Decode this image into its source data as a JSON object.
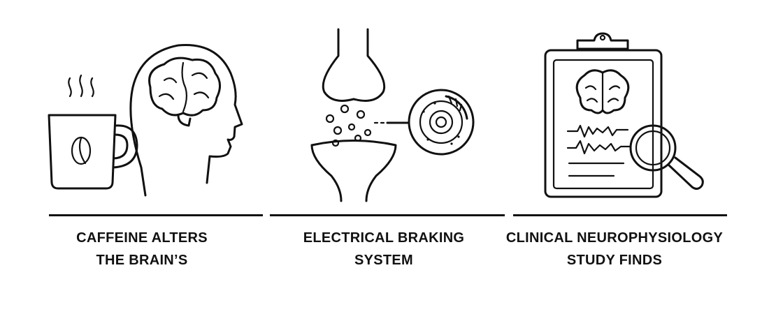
{
  "panels": [
    {
      "icons": [
        "coffee-mug-icon",
        "steam-icon",
        "head-profile-icon",
        "brain-icon"
      ],
      "caption": [
        "CAFFEINE ALTERS",
        "THE BRAIN’S"
      ]
    },
    {
      "icons": [
        "synapse-icon",
        "neurotransmitter-dots-icon",
        "receptor-target-icon"
      ],
      "caption": [
        "ELECTRICAL BRAKING",
        "SYSTEM"
      ]
    },
    {
      "icons": [
        "clipboard-icon",
        "brain-icon",
        "eeg-wave-icon",
        "magnifier-icon"
      ],
      "caption": [
        "CLINICAL NEUROPHYSIOLOGY",
        "STUDY FINDS"
      ]
    }
  ],
  "colors": {
    "line": "#111111",
    "background": "#ffffff"
  }
}
